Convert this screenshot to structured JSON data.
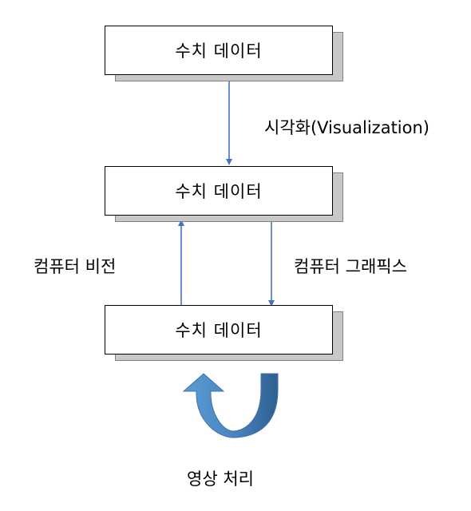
{
  "boxes": {
    "top": "수치 데이터",
    "middle": "수치 데이터",
    "bottom": "수치 데이터"
  },
  "labels": {
    "visualization": "시각화(Visualization)",
    "computer_vision": "컴퓨터 비전",
    "computer_graphics": "컴퓨터 그래픽스",
    "image_processing": "영상 처리"
  },
  "colors": {
    "arrow": "#4472c4",
    "curved_arrow_light": "#5b9bd5",
    "curved_arrow_dark": "#2e5f8f"
  }
}
